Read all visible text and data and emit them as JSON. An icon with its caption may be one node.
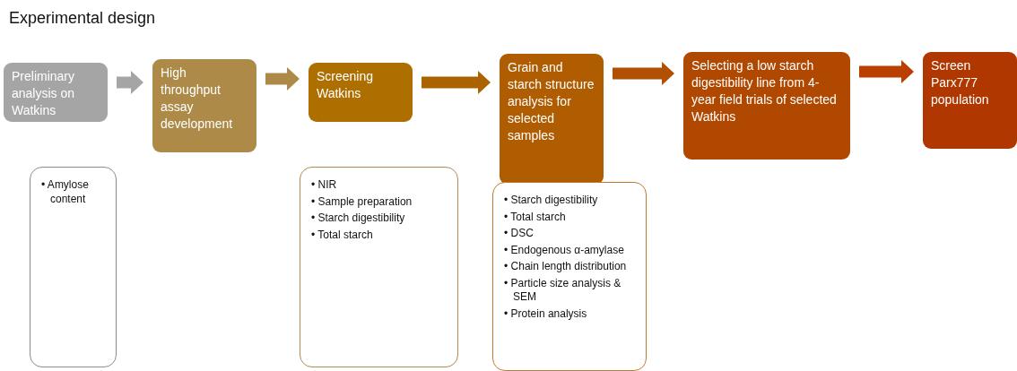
{
  "diagram": {
    "title": "Experimental design",
    "nodes": [
      {
        "text": [
          "Preliminary analysis on Watkins"
        ]
      },
      {
        "text": [
          "High throughput assay development"
        ]
      },
      {
        "text": [
          "Screening Watkins"
        ]
      },
      {
        "text": [
          "Grain and starch structure analysis for selected samples"
        ]
      },
      {
        "text": [
          "Selecting a low starch digestibility line from 4-year field trials of selected Watkins"
        ]
      },
      {
        "text": [
          "Screen Parx777 population"
        ]
      },
      {
        "text": [
          "• Amylose content"
        ]
      },
      {
        "text": [
          "• NIR",
          "• Sample preparation",
          "• Starch digestibility",
          "• Total starch"
        ]
      },
      {
        "text": [
          "• Starch digestibility",
          "• Total starch",
          "• DSC",
          "• Endogenous α-amylase",
          "• Chain length distribution",
          "• Particle size analysis & SEM",
          "• Protein analysis"
        ]
      }
    ],
    "edges": [
      {
        "from": 0,
        "to": 1,
        "arrow": "to",
        "color": "#a5a5a5"
      },
      {
        "from": 1,
        "to": 2,
        "arrow": "to",
        "color": "#ad8a48"
      },
      {
        "from": 2,
        "to": 3,
        "arrow": "to",
        "color": "#ad6200"
      },
      {
        "from": 3,
        "to": 4,
        "arrow": "to",
        "color": "#b05000"
      },
      {
        "from": 4,
        "to": 5,
        "arrow": "to",
        "color": "#b84000"
      }
    ]
  }
}
